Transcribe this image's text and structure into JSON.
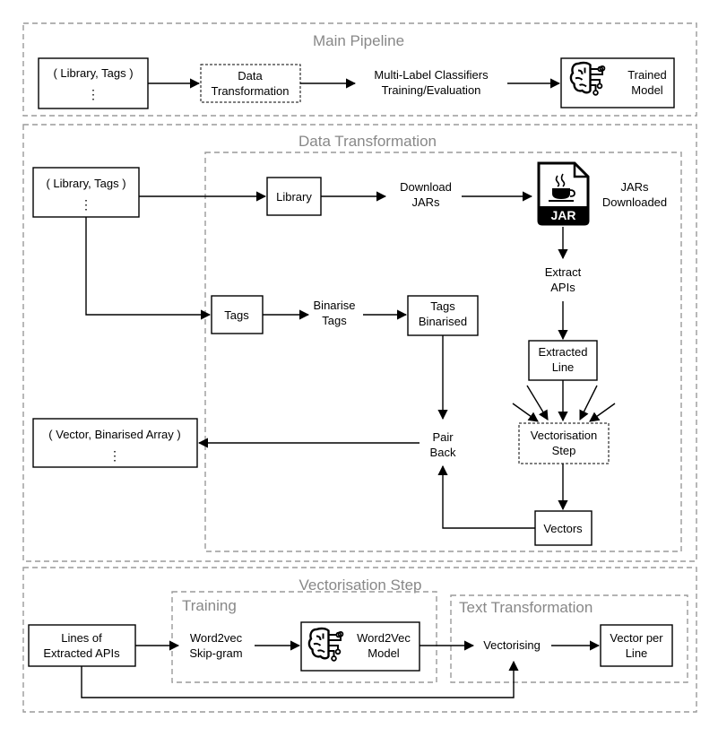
{
  "main_pipeline": {
    "title": "Main Pipeline",
    "input_label": "( Library, Tags )",
    "input_ellipsis": "⋮",
    "data_transformation": [
      "Data",
      "Transformation"
    ],
    "classifiers": [
      "Multi-Label Classifiers",
      "Training/Evaluation"
    ],
    "trained_model": [
      "Trained",
      "Model"
    ]
  },
  "data_transformation": {
    "title": "Data Transformation",
    "input_label": "( Library, Tags )",
    "input_ellipsis": "⋮",
    "library": "Library",
    "download_jars": [
      "Download",
      "JARs"
    ],
    "jar_icon_text": "JAR",
    "jars_downloaded": [
      "JARs",
      "Downloaded"
    ],
    "extract_apis": [
      "Extract",
      "APIs"
    ],
    "tags": "Tags",
    "binarise_tags": [
      "Binarise",
      "Tags"
    ],
    "tags_binarised": [
      "Tags",
      "Binarised"
    ],
    "extracted_line": [
      "Extracted",
      "Line"
    ],
    "vectorisation_step": [
      "Vectorisation",
      "Step"
    ],
    "pair_back": [
      "Pair",
      "Back"
    ],
    "vectors": "Vectors",
    "output_label": "( Vector, Binarised Array )",
    "output_ellipsis": "⋮"
  },
  "vectorisation_step": {
    "title": "Vectorisation Step",
    "training_title": "Training",
    "text_transformation_title": "Text Transformation",
    "lines_of_apis": [
      "Lines of",
      "Extracted APIs"
    ],
    "word2vec_skipgram": [
      "Word2vec",
      "Skip-gram"
    ],
    "word2vec_model": [
      "Word2Vec",
      "Model"
    ],
    "vectorising": "Vectorising",
    "vector_per_line": [
      "Vector per",
      "Line"
    ]
  },
  "colors": {
    "frame": "#9a9a9a",
    "ink": "#000000",
    "title": "#888888"
  },
  "icons": [
    "brain-circuit-icon",
    "java-jar-file-icon"
  ]
}
